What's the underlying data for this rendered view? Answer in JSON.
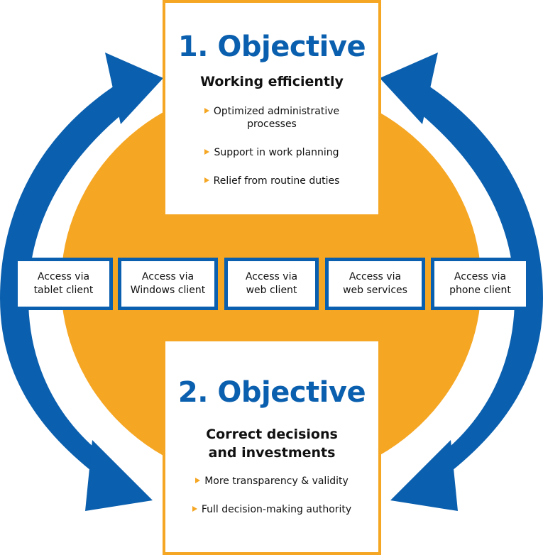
{
  "colors": {
    "blue": "#0a5fae",
    "orange": "#f5a623",
    "text": "#111111"
  },
  "objective_1": {
    "title": "1. Objective",
    "heading": "Working efficiently",
    "items": [
      "Optimized administrative processes",
      "Support in work planning",
      "Relief from routine duties"
    ]
  },
  "objective_2": {
    "title": "2. Objective",
    "heading": "Correct decisions and investments",
    "items": [
      "More transparency & validity",
      "Full decision-making authority"
    ]
  },
  "access": [
    {
      "label": "Access via\ntablet client"
    },
    {
      "label": "Access via\nWindows client"
    },
    {
      "label": "Access via\nweb client"
    },
    {
      "label": "Access via\nweb services"
    },
    {
      "label": "Access via\nphone client"
    }
  ],
  "icons": [
    "cycle-arrow-left-icon",
    "cycle-arrow-right-icon",
    "bullet-triangle-icon"
  ]
}
